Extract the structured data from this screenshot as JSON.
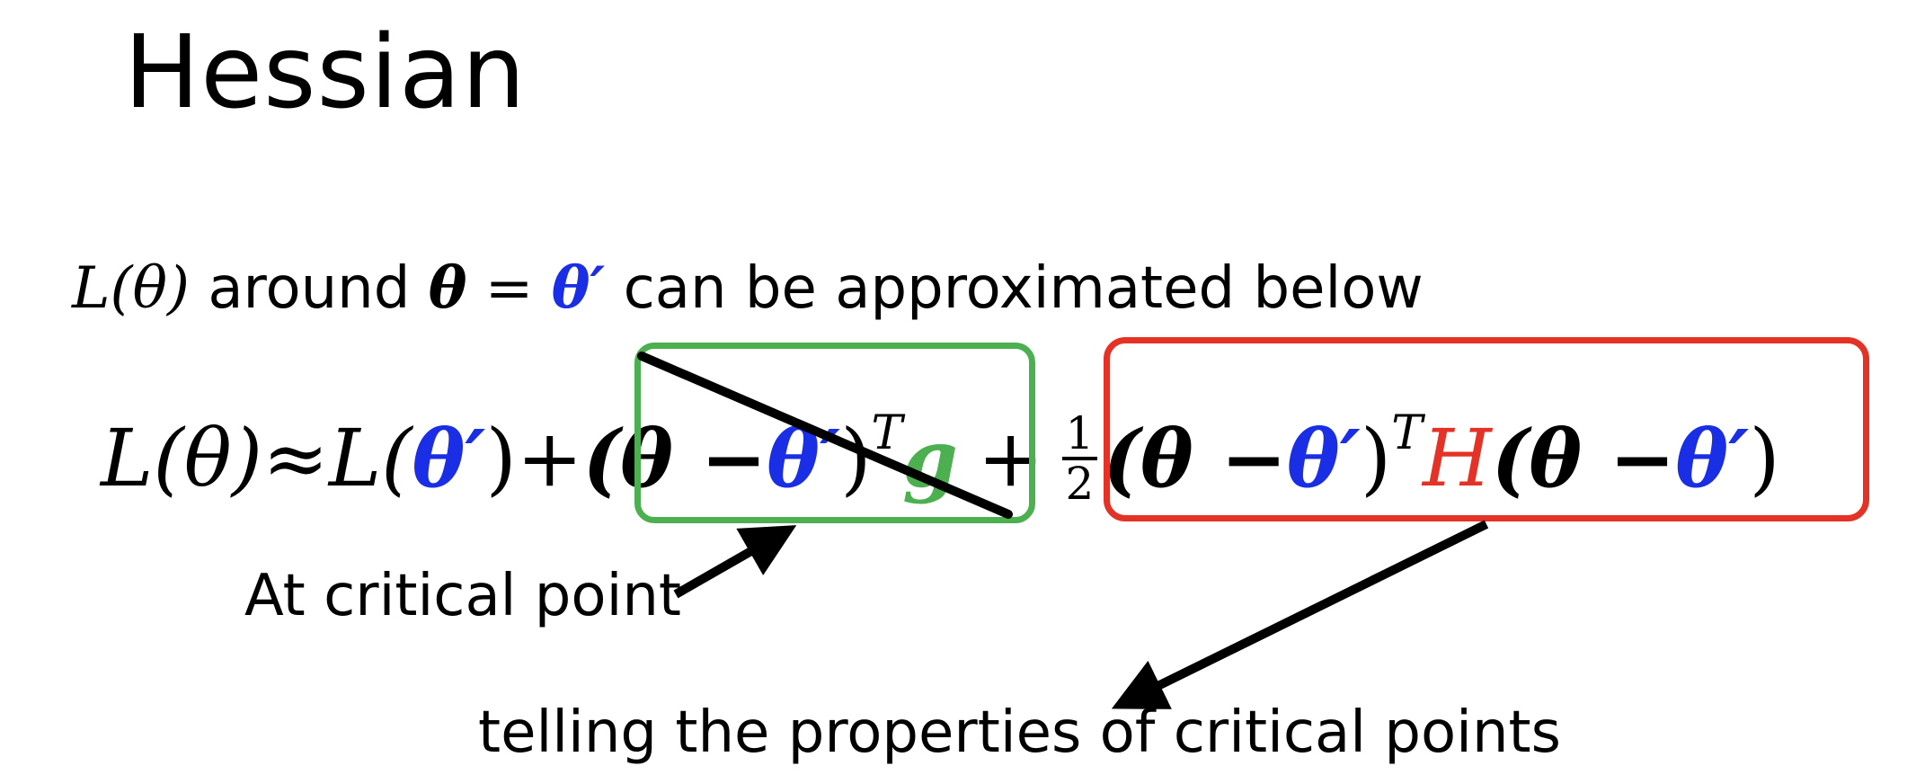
{
  "slide": {
    "title": "Hessian"
  },
  "intro": {
    "lhs": "L(θ)",
    "around": " around ",
    "theta": "θ",
    "equals": " = ",
    "theta_prime": "θ′",
    "rest": " can be approximated below"
  },
  "equation": {
    "lhs": "L(θ)",
    "approx": " ≈ ",
    "L_open": "L(",
    "theta_prime_1": "θ′",
    "L_close": ")",
    "plus_1": " + ",
    "grad_open": "(θ − ",
    "grad_theta_prime": "θ′",
    "grad_close": ")",
    "sup_T_1": "T",
    "g": "g",
    "plus_2": "+",
    "frac_num": "1",
    "frac_den": "2",
    "hess_open": "(θ − ",
    "hess_theta_prime_1": "θ′",
    "hess_close_1": ")",
    "sup_T_2": "T",
    "H": "H",
    "hess_open_2": "(θ − ",
    "hess_theta_prime_2": "θ′",
    "hess_close_2": ")"
  },
  "annotations": {
    "critical_point": "At critical point",
    "telling": "telling the properties of critical points"
  },
  "colors": {
    "blue": "#1a2ee6",
    "green": "#4caf50",
    "red": "#e53226",
    "black": "#000000"
  }
}
